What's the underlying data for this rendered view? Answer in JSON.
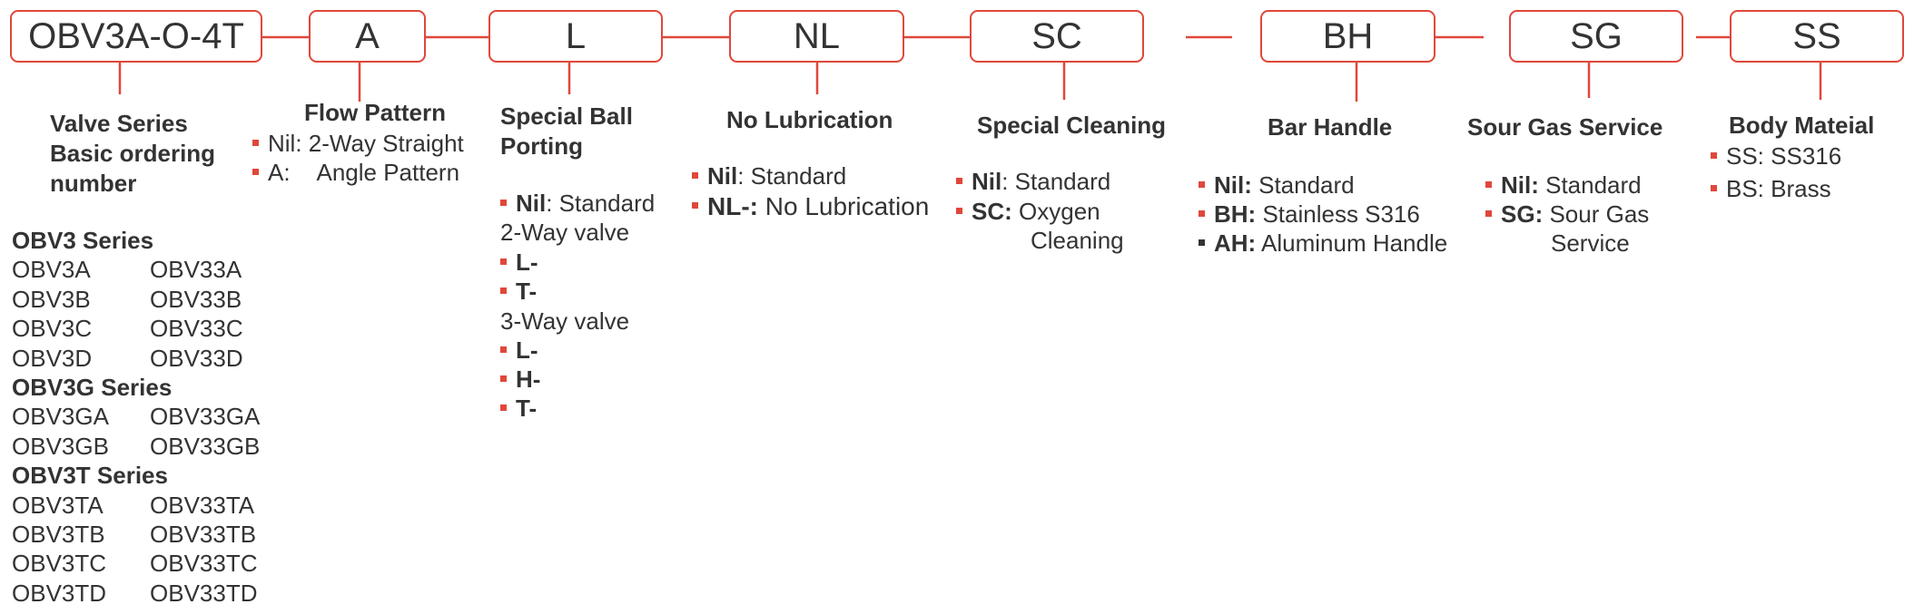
{
  "boxes": {
    "series": "OBV3A-O-4T",
    "flow": "A",
    "porting": "L",
    "lube": "NL",
    "clean": "SC",
    "handle": "BH",
    "sour": "SG",
    "body": "SS"
  },
  "series": {
    "title_lines": [
      "Valve Series",
      "Basic ordering",
      "number"
    ],
    "groups": [
      {
        "name": "OBV3 Series",
        "rows": [
          [
            "OBV3A",
            "OBV33A"
          ],
          [
            "OBV3B",
            "OBV33B"
          ],
          [
            "OBV3C",
            "OBV33C"
          ],
          [
            "OBV3D",
            "OBV33D"
          ]
        ]
      },
      {
        "name": "OBV3G Series",
        "rows": [
          [
            "OBV3GA",
            "OBV33GA"
          ],
          [
            "OBV3GB",
            "OBV33GB"
          ]
        ]
      },
      {
        "name": "OBV3T Series",
        "rows": [
          [
            "OBV3TA",
            "OBV33TA"
          ],
          [
            "OBV3TB",
            "OBV33TB"
          ],
          [
            "OBV3TC",
            "OBV33TC"
          ],
          [
            "OBV3TD",
            "OBV33TD"
          ]
        ]
      }
    ]
  },
  "flow": {
    "title": "Flow Pattern",
    "items": [
      {
        "code": "Nil:",
        "desc": "2-Way Straight"
      },
      {
        "code": "A:",
        "desc": "Angle Pattern"
      }
    ]
  },
  "porting": {
    "title_lines": [
      "Special Ball",
      "Porting"
    ],
    "item_nil_code": "Nil",
    "item_nil_desc": ": Standard",
    "twoway_label": "2-Way valve",
    "twoway_items": [
      "L-",
      "T-"
    ],
    "threeway_label": "3-Way valve",
    "threeway_items": [
      "L-",
      "H-",
      "T-"
    ]
  },
  "lube": {
    "title": "No Lubrication",
    "items": [
      {
        "code": "Nil",
        "desc": ": Standard"
      },
      {
        "code": "NL-:",
        "desc": " No Lubrication"
      }
    ]
  },
  "clean": {
    "title": "Special Cleaning",
    "items": [
      {
        "code": "Nil",
        "desc": ": Standard"
      },
      {
        "code": "SC:",
        "desc": " Oxygen"
      }
    ],
    "cont": "Cleaning"
  },
  "handle": {
    "title": "Bar Handle",
    "items": [
      {
        "code": "Nil:",
        "desc": " Standard"
      },
      {
        "code": "BH:",
        "desc": " Stainless S316"
      },
      {
        "code": "AH:",
        "desc": " Aluminum Handle"
      }
    ]
  },
  "sour": {
    "title": "Sour Gas Service",
    "items": [
      {
        "code": "Nil:",
        "desc": " Standard"
      },
      {
        "code": "SG:",
        "desc": " Sour Gas"
      }
    ],
    "cont": "Service"
  },
  "body": {
    "title": "Body Mateial",
    "items": [
      {
        "code": "SS:",
        "desc": " SS316"
      },
      {
        "code": "BS:",
        "desc": " Brass"
      }
    ]
  },
  "colors": {
    "accent": "#e0473a",
    "text": "#333333"
  }
}
